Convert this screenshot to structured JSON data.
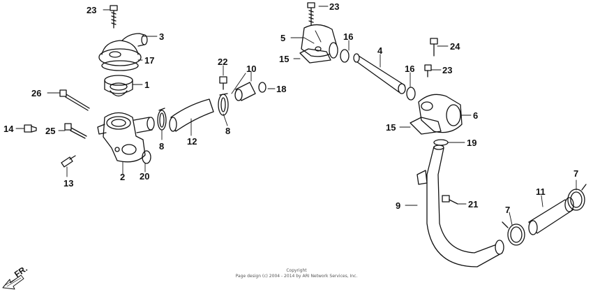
{
  "callouts": {
    "c1": "1",
    "c2": "2",
    "c3": "3",
    "c4": "4",
    "c5": "5",
    "c6": "6",
    "c7a": "7",
    "c7b": "7",
    "c8a": "8",
    "c8b": "8",
    "c9": "9",
    "c10": "10",
    "c11": "11",
    "c12": "12",
    "c13": "13",
    "c14": "14",
    "c15a": "15",
    "c15b": "15",
    "c16a": "16",
    "c16b": "16",
    "c17": "17",
    "c18": "18",
    "c19": "19",
    "c20": "20",
    "c21": "21",
    "c22": "22",
    "c23a": "23",
    "c23b": "23",
    "c23c": "23",
    "c24": "24",
    "c25": "25",
    "c26": "26"
  },
  "direction_label": "FR.",
  "copyright": {
    "line1": "Copyright",
    "line2": "Page design (c) 2004 - 2014 by ARI Network Services, Inc."
  }
}
